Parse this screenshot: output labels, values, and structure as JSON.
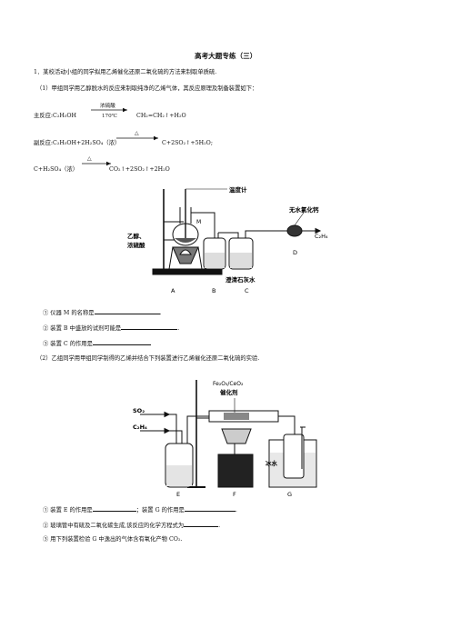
{
  "doc": {
    "title": "高考大题专练（三）",
    "q1_intro": "1．某校活动小组的同学拟用乙烯催化还原二氧化硫的方法来制取单质硫.",
    "q1_part1": "（1）甲组同学用乙醇脱水的反应来制取纯净的乙烯气体，其反应原理及制备装置如下：",
    "main_label": "主反应:C₂H₅OH",
    "main_cond_top": "浓硫酸",
    "main_cond_bottom": "170℃",
    "main_product": "CH₂=CH₂↑+H₂O",
    "side1_label": "副反应:C₂H₅OH+2H₂SO₄（浓）",
    "side1_cond": "△",
    "side1_product": "C+2SO₂↑+5H₂O;",
    "side2_label": "C+H₂SO₄（浓）",
    "side2_cond": "△",
    "side2_product": "CO₂↑+2SO₂↑+2H₂O",
    "fig1": {
      "thermometer": "温度计",
      "reagent_line1": "乙醇、",
      "reagent_line2": "浓硫酸",
      "m_label": "M",
      "desiccant": "无水氯化钙",
      "limewater": "澄清石灰水",
      "product": "C₂H₄",
      "label_a": "A",
      "label_b": "B",
      "label_c": "C",
      "label_d": "D"
    },
    "q1_1": "①  仪器 M 的名称是",
    "q1_1_end": ".",
    "q1_2": "②  装置 B  中盛放的试剂可能是",
    "q1_2_end": ".",
    "q1_3": "③  装置 C  的作用是",
    "q1_part2": "（2）乙组同学用甲组同学制得的乙烯并结合下列装置进行乙烯催化还原二氧化硫的实验.",
    "fig2": {
      "catalyst_top": "Fe₂O₃/CeO₂",
      "catalyst": "催化剂",
      "so2": "SO₂",
      "c2h4": "C₂H₄",
      "ice_water": "冰水",
      "label_e": "E",
      "label_f": "F",
      "label_g": "G"
    },
    "q2_1a": "①  装置 E 的作用是",
    "q2_1b": "；装置 G 的作用是",
    "q2_1_end": ".",
    "q2_2": "②  玻璃管中有硫及二氧化碳生成,该反应的化学方程式为",
    "q2_2_end": ".",
    "q2_3": "③  用下列装置检验 G 中逸出的气体含有氧化产物 CO₂."
  }
}
